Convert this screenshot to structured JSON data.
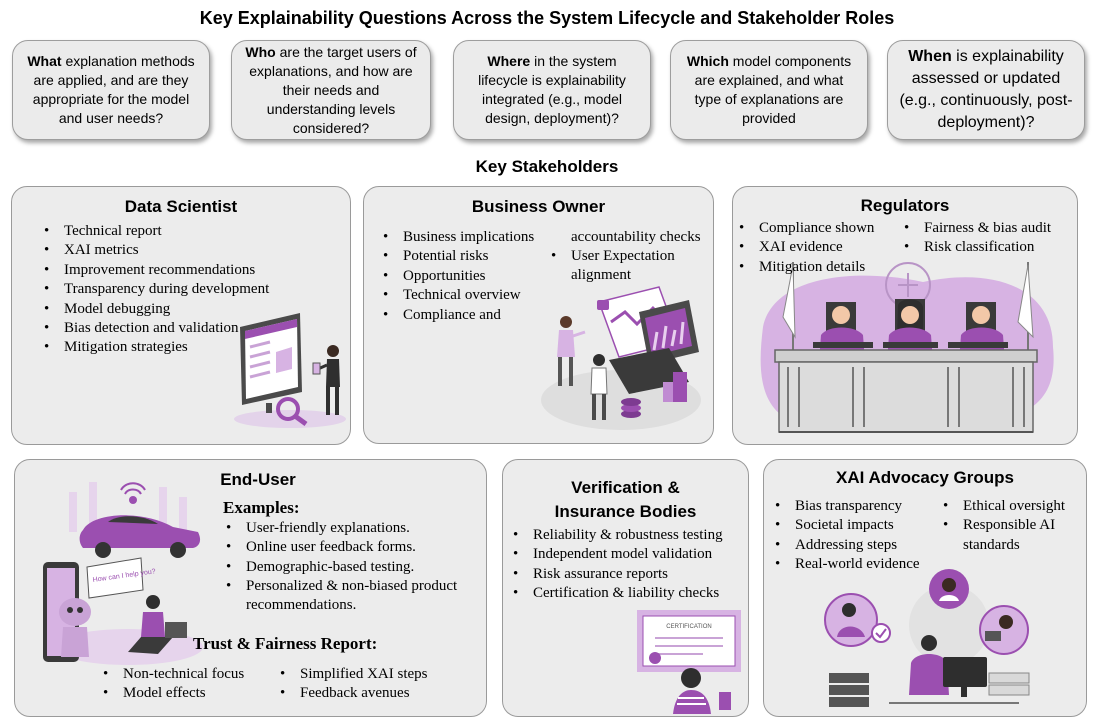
{
  "title": "Key Explainability Questions Across the System Lifecycle and Stakeholder Roles",
  "questions": [
    {
      "key": "What",
      "rest": " explanation methods are applied, and are they appropriate for the model and user needs?"
    },
    {
      "key": "Who",
      "rest": " are the target users of explanations, and how are their needs and understanding levels considered?"
    },
    {
      "key": "Where",
      "rest": " in the system lifecycle is explainability integrated (e.g., model design, deployment)?"
    },
    {
      "key": "Which",
      "rest": " model components are explained, and what type of explanations are provided"
    },
    {
      "key": "When",
      "rest": " is explainability assessed or updated (e.g., continuously, post-deployment)?"
    }
  ],
  "stakeholders_title": "Key Stakeholders",
  "data_scientist": {
    "title": "Data Scientist",
    "items": [
      "Technical report",
      "XAI metrics",
      "Improvement recommendations",
      "Transparency during development",
      "Model debugging",
      "Bias detection and validation",
      "Mitigation strategies"
    ]
  },
  "business_owner": {
    "title": "Business Owner",
    "left_items": [
      "Business implications",
      "Potential risks",
      "Opportunities",
      "Technical overview",
      "Compliance and"
    ],
    "cont_text": "accountability checks",
    "right_items": [
      "User Expectation"
    ],
    "right_cont": "alignment"
  },
  "regulators": {
    "title": "Regulators",
    "left_items": [
      "Compliance shown",
      "XAI evidence",
      "Mitigation details"
    ],
    "right_items": [
      "Fairness & bias audit",
      "Risk classification"
    ]
  },
  "end_user": {
    "title": "End-User",
    "examples_title": "Examples:",
    "examples": [
      "User-friendly explanations.",
      "Online user feedback forms.",
      "Demographic-based testing.",
      "Personalized & non-biased product"
    ],
    "examples_cont": "recommendations.",
    "report_title": "Trust & Fairness Report:",
    "report_left": [
      "Non-technical focus",
      "Model effects"
    ],
    "report_right": [
      "Simplified XAI steps",
      "Feedback avenues"
    ],
    "bubble_text": "How can I help you?"
  },
  "verification": {
    "title_line1": "Verification &",
    "title_line2": "Insurance Bodies",
    "items": [
      "Reliability & robustness testing",
      "Independent model validation",
      "Risk assurance reports",
      "Certification & liability checks"
    ],
    "certificate_text": "CERTIFICATION"
  },
  "advocacy": {
    "title": "XAI Advocacy Groups",
    "left_items": [
      "Bias transparency",
      "Societal impacts",
      "Addressing steps",
      "Real-world evidence"
    ],
    "right_items": [
      "Ethical oversight",
      "Responsible AI"
    ],
    "right_cont": "standards"
  },
  "colors": {
    "accent": "#9b4fb0",
    "accent_light": "#d7b3e3",
    "panel": "#ececec",
    "border": "#9a9a9a"
  }
}
